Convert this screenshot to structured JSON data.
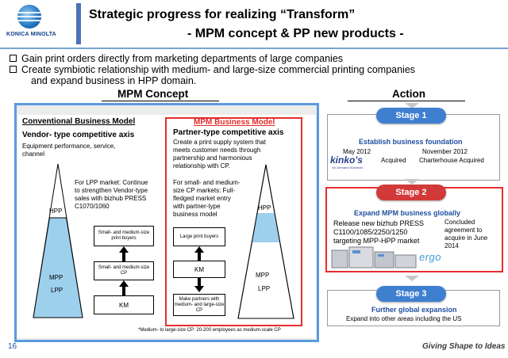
{
  "brand": {
    "logo_text": "KONICA MINOLTA",
    "accent": "#4a75b5"
  },
  "header": {
    "title_line1": "Strategic progress for realizing “Transform”",
    "title_line2": "- MPM concept & PP new products -"
  },
  "bullets": [
    "Gain print orders directly from marketing departments of large companies",
    "Create symbiotic relationship with medium- and large-size commercial printing companies",
    "and expand business in HPP domain."
  ],
  "sections": {
    "concept": "MPM Concept",
    "action": "Action"
  },
  "conventional": {
    "heading": "Conventional Business Model",
    "subhead": "Vendor- type competitive axis",
    "desc1": "Equipment performance, service,",
    "desc2": "channel",
    "tri_top": "HPP",
    "tri_mid": "MPP",
    "tri_low": "LPP",
    "lpp_text": [
      "For LPP market:  Continue",
      "to strengthen Vendor-type",
      "sales with bizhub PRESS",
      "C1070/1060"
    ],
    "box1": "Small- and medium-size print buyers",
    "box2": "Small- and medium-size CP",
    "box3": "KM"
  },
  "mpm": {
    "heading": "MPM Business Model",
    "subhead": "Partner-type competitive axis",
    "desc": [
      "Create a print supply system that",
      "meets customer needs through",
      "partnership and harmonious",
      "relationship with CP."
    ],
    "cp_text": [
      "For small- and medium-",
      "size CP markets: Full-",
      "fledged market entry",
      "with partner-type",
      "business model"
    ],
    "tri_top": "HPP",
    "tri_mid": "MPP",
    "tri_low": "LPP",
    "box1": "Large print buyers",
    "box2": "KM",
    "box3": "Make partners with medium- and large-size CP"
  },
  "footnote": "*Medium- to large-size CP: 20-200 employees as medium-scale CP",
  "stage1": {
    "badge": "Stage 1",
    "title": "Establish business foundation",
    "date1": "May 2012",
    "date2": "November 2012",
    "kinkos": "kinko's",
    "kinkos_sub": "On Demand Solutions",
    "acquired1": "Acquired",
    "acquired2": "Charterhouse Acquired"
  },
  "stage2": {
    "badge": "Stage 2",
    "title": "Expand MPM business globally",
    "text": [
      "Release new bizhub PRESS",
      "C1100/1085/2250/1250",
      "targeting MPP-HPP market"
    ],
    "concluded": [
      "Concluded",
      "agreement to",
      "acquire in June",
      "2014"
    ],
    "ergo": "ergo"
  },
  "stage3": {
    "badge": "Stage 3",
    "title": "Further global expansion",
    "text": "Expand into other areas including  the US"
  },
  "footer": {
    "page": "16",
    "tagline": "Giving Shape to Ideas"
  },
  "colors": {
    "stage1": "#3f7fd0",
    "stage2": "#d23a3a",
    "stage3": "#3f7fd0",
    "red": "#e52e2e"
  }
}
